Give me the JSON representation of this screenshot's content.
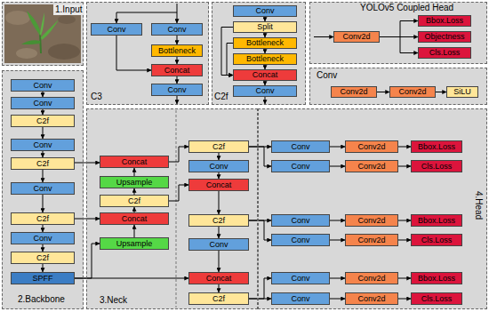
{
  "diagram": {
    "nodes": [
      {
        "text": [
          "1.Input"
        ]
      },
      {
        "text": [
          "C3"
        ]
      },
      {
        "text": [
          "Conv"
        ],
        "in": 1
      },
      {
        "text": [
          "Conv"
        ],
        "in": 1
      },
      {
        "text": [
          "Bottleneck"
        ],
        "in": 1
      },
      {
        "text": [
          "Concat"
        ],
        "in": 1
      },
      {
        "text": [
          "Conv"
        ],
        "in": 1
      },
      {
        "text": [
          "C2f"
        ]
      },
      {
        "text": [
          "Conv"
        ],
        "in": 7
      },
      {
        "text": [
          "Split"
        ],
        "in": 7
      },
      {
        "text": [
          "Bottleneck"
        ],
        "in": 7
      },
      {
        "text": [
          "Bottleneck"
        ],
        "in": 7
      },
      {
        "text": [
          "Concat"
        ],
        "in": 7
      },
      {
        "text": [
          "Conv"
        ],
        "in": 7
      },
      {
        "text": [
          "YOLOv5 Coupled Head"
        ]
      },
      {
        "text": [
          "Conv2d"
        ],
        "in": 14
      },
      {
        "text": [
          "Bbox.Loss"
        ],
        "in": 14
      },
      {
        "text": [
          "Objectness"
        ],
        "in": 14
      },
      {
        "text": [
          "Cls.Loss"
        ],
        "in": 14
      },
      {
        "text": [
          "Conv"
        ]
      },
      {
        "text": [
          "Conv2d"
        ],
        "in": 19
      },
      {
        "text": [
          "Conv2d"
        ],
        "in": 19
      },
      {
        "text": [
          "SiLU"
        ],
        "in": 19
      },
      {
        "text": [
          "2.Backbone"
        ]
      },
      {
        "text": [
          "Conv"
        ],
        "in": 23
      },
      {
        "text": [
          "Conv"
        ],
        "in": 23
      },
      {
        "text": [
          "C2f"
        ],
        "in": 23
      },
      {
        "text": [
          "Conv"
        ],
        "in": 23
      },
      {
        "text": [
          "C2f"
        ],
        "in": 23
      },
      {
        "text": [
          "Conv"
        ],
        "in": 23
      },
      {
        "text": [
          "C2f"
        ],
        "in": 23
      },
      {
        "text": [
          "Conv"
        ],
        "in": 23
      },
      {
        "text": [
          "C2f"
        ],
        "in": 23
      },
      {
        "text": [
          "SPFF"
        ],
        "in": 23
      },
      {
        "text": [
          "3.Neck"
        ]
      },
      {
        "text": [
          "Concat"
        ],
        "in": 34
      },
      {
        "text": [
          "Upsample"
        ],
        "in": 34
      },
      {
        "text": [
          "C2f"
        ],
        "in": 34
      },
      {
        "text": [
          "Concat"
        ],
        "in": 34
      },
      {
        "text": [
          "Upsample"
        ],
        "in": 34
      },
      {
        "text": [
          "C2f"
        ],
        "in": 34
      },
      {
        "text": [
          "Conv"
        ],
        "in": 34
      },
      {
        "text": [
          "Concat"
        ],
        "in": 34
      },
      {
        "text": [
          "C2f"
        ],
        "in": 34
      },
      {
        "text": [
          "Conv"
        ],
        "in": 34
      },
      {
        "text": [
          "Concat"
        ],
        "in": 34
      },
      {
        "text": [
          "C2f"
        ],
        "in": 34
      },
      {
        "text": [
          "4.Head"
        ]
      },
      {
        "text": [
          "Conv"
        ],
        "in": 47
      },
      {
        "text": [
          "Conv2d"
        ],
        "in": 47
      },
      {
        "text": [
          "Bbox.Loss"
        ],
        "in": 47
      },
      {
        "text": [
          "Conv"
        ],
        "in": 47
      },
      {
        "text": [
          "Conv2d"
        ],
        "in": 47
      },
      {
        "text": [
          "Cls.Loss"
        ],
        "in": 47
      },
      {
        "text": [
          "Conv"
        ],
        "in": 47
      },
      {
        "text": [
          "Conv2d"
        ],
        "in": 47
      },
      {
        "text": [
          "Bbox.Loss"
        ],
        "in": 47
      },
      {
        "text": [
          "Conv"
        ],
        "in": 47
      },
      {
        "text": [
          "Conv2d"
        ],
        "in": 47
      },
      {
        "text": [
          "Cls.Loss"
        ],
        "in": 47
      },
      {
        "text": [
          "Conv"
        ],
        "in": 47
      },
      {
        "text": [
          "Conv2d"
        ],
        "in": 47
      },
      {
        "text": [
          "Bbox.Loss"
        ],
        "in": 47
      },
      {
        "text": [
          "Conv"
        ],
        "in": 47
      },
      {
        "text": [
          "Conv2d"
        ],
        "in": 47
      },
      {
        "text": [
          "Cls.Loss"
        ],
        "in": 47
      }
    ],
    "edges": [
      {
        "from": 2,
        "to": 5,
        "arrow": "to"
      },
      {
        "from": 3,
        "to": 4,
        "arrow": "to"
      },
      {
        "from": 4,
        "to": 5,
        "arrow": "to"
      },
      {
        "from": 5,
        "to": 6,
        "arrow": "to"
      },
      {
        "from": 8,
        "to": 9,
        "arrow": "to"
      },
      {
        "from": 9,
        "to": 10,
        "arrow": "to"
      },
      {
        "from": 10,
        "to": 11,
        "arrow": "to"
      },
      {
        "from": 11,
        "to": 12,
        "arrow": "to"
      },
      {
        "from": 9,
        "to": 12,
        "arrow": "to"
      },
      {
        "from": 10,
        "to": 12,
        "arrow": "to"
      },
      {
        "from": 12,
        "to": 13,
        "arrow": "to"
      },
      {
        "from": 15,
        "to": 16,
        "arrow": "to"
      },
      {
        "from": 15,
        "to": 17,
        "arrow": "to"
      },
      {
        "from": 15,
        "to": 18,
        "arrow": "to"
      },
      {
        "from": 20,
        "to": 21,
        "arrow": "to"
      },
      {
        "from": 21,
        "to": 22,
        "arrow": "to"
      },
      {
        "from": 24,
        "to": 25,
        "arrow": "to"
      },
      {
        "from": 25,
        "to": 26,
        "arrow": "to"
      },
      {
        "from": 26,
        "to": 27,
        "arrow": "to"
      },
      {
        "from": 27,
        "to": 28,
        "arrow": "to"
      },
      {
        "from": 28,
        "to": 29,
        "arrow": "to"
      },
      {
        "from": 29,
        "to": 30,
        "arrow": "to"
      },
      {
        "from": 30,
        "to": 31,
        "arrow": "to"
      },
      {
        "from": 31,
        "to": 32,
        "arrow": "to"
      },
      {
        "from": 32,
        "to": 33,
        "arrow": "to"
      },
      {
        "from": 28,
        "to": 35,
        "arrow": "to"
      },
      {
        "from": 30,
        "to": 38,
        "arrow": "to"
      },
      {
        "from": 33,
        "to": 39,
        "arrow": "to"
      },
      {
        "from": 33,
        "to": 45,
        "arrow": "to"
      },
      {
        "from": 39,
        "to": 38,
        "arrow": "to"
      },
      {
        "from": 38,
        "to": 37,
        "arrow": "to"
      },
      {
        "from": 37,
        "to": 36,
        "arrow": "to"
      },
      {
        "from": 36,
        "to": 35,
        "arrow": "to"
      },
      {
        "from": 35,
        "to": 40,
        "arrow": "to"
      },
      {
        "from": 40,
        "to": 41,
        "arrow": "to"
      },
      {
        "from": 41,
        "to": 42,
        "arrow": "to"
      },
      {
        "from": 37,
        "to": 42,
        "arrow": "to"
      },
      {
        "from": 42,
        "to": 43,
        "arrow": "to"
      },
      {
        "from": 43,
        "to": 44,
        "arrow": "to"
      },
      {
        "from": 44,
        "to": 45,
        "arrow": "to"
      },
      {
        "from": 45,
        "to": 46,
        "arrow": "to"
      },
      {
        "from": 40,
        "to": 48,
        "arrow": "to"
      },
      {
        "from": 40,
        "to": 51,
        "arrow": "to"
      },
      {
        "from": 43,
        "to": 54,
        "arrow": "to"
      },
      {
        "from": 43,
        "to": 57,
        "arrow": "to"
      },
      {
        "from": 46,
        "to": 60,
        "arrow": "to"
      },
      {
        "from": 46,
        "to": 63,
        "arrow": "to"
      },
      {
        "from": 48,
        "to": 49,
        "arrow": "to"
      },
      {
        "from": 49,
        "to": 50,
        "arrow": "to"
      },
      {
        "from": 51,
        "to": 52,
        "arrow": "to"
      },
      {
        "from": 52,
        "to": 53,
        "arrow": "to"
      },
      {
        "from": 54,
        "to": 55,
        "arrow": "to"
      },
      {
        "from": 55,
        "to": 56,
        "arrow": "to"
      },
      {
        "from": 57,
        "to": 58,
        "arrow": "to"
      },
      {
        "from": 58,
        "to": 59,
        "arrow": "to"
      },
      {
        "from": 60,
        "to": 61,
        "arrow": "to"
      },
      {
        "from": 61,
        "to": 62,
        "arrow": "to"
      },
      {
        "from": 63,
        "to": 64,
        "arrow": "to"
      },
      {
        "from": 64,
        "to": 65,
        "arrow": "to"
      }
    ]
  }
}
